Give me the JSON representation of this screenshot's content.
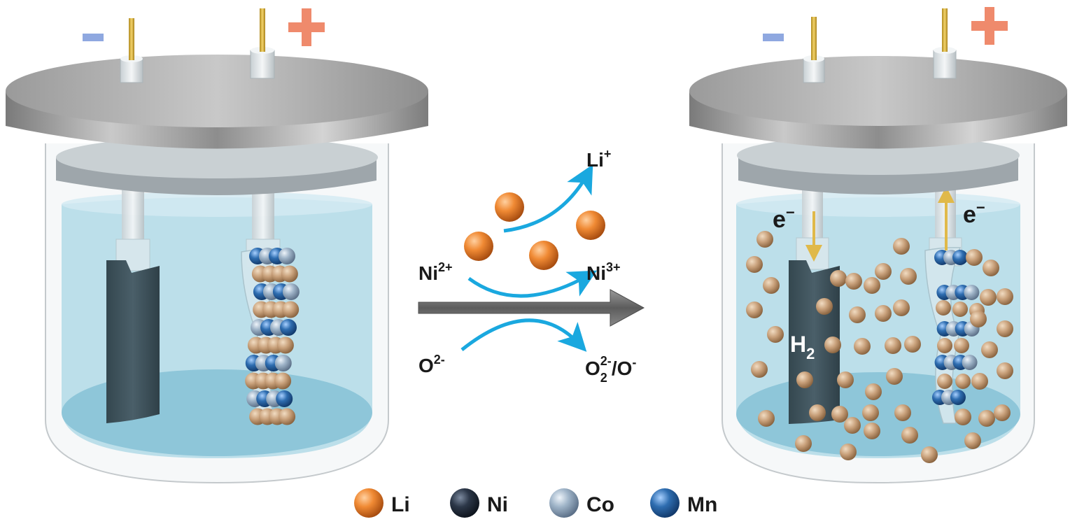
{
  "left_cell": {
    "minus_sign": "−",
    "plus_sign": "+"
  },
  "right_cell": {
    "minus_sign": "−",
    "plus_sign": "+",
    "electron_left": {
      "base": "e",
      "sup": "−"
    },
    "electron_right": {
      "base": "e",
      "sup": "−"
    },
    "gas": {
      "base": "H",
      "sub": "2"
    }
  },
  "reactions": {
    "li": {
      "base": "Li",
      "sup": "+"
    },
    "ni_from": {
      "base": "Ni",
      "sup": "2+"
    },
    "ni_to": {
      "base": "Ni",
      "sup": "3+"
    },
    "o_from": {
      "base": "O",
      "sup": "2-"
    },
    "o_to": {
      "base1": "O",
      "sub": "2",
      "sup1": "2-",
      "sep": "/O",
      "sup2": "-"
    }
  },
  "legend": [
    {
      "label": "Li",
      "color": "#e8762a"
    },
    {
      "label": "Ni",
      "color": "#2a3442"
    },
    {
      "label": "Co",
      "color": "#9fb4c8"
    },
    {
      "label": "Mn",
      "color": "#2e6db0"
    }
  ],
  "colors": {
    "minus": "#8fa8e0",
    "plus": "#ef8a6c",
    "lid": "#8c8c8c",
    "solution": "#a8d3e3",
    "cathode_plate": "#3c4f59",
    "arrow_cyan": "#1aa8df",
    "main_arrow": "#666666",
    "electron_arrow": "#e0b94a",
    "dissolved_li": "#c8a07a"
  }
}
